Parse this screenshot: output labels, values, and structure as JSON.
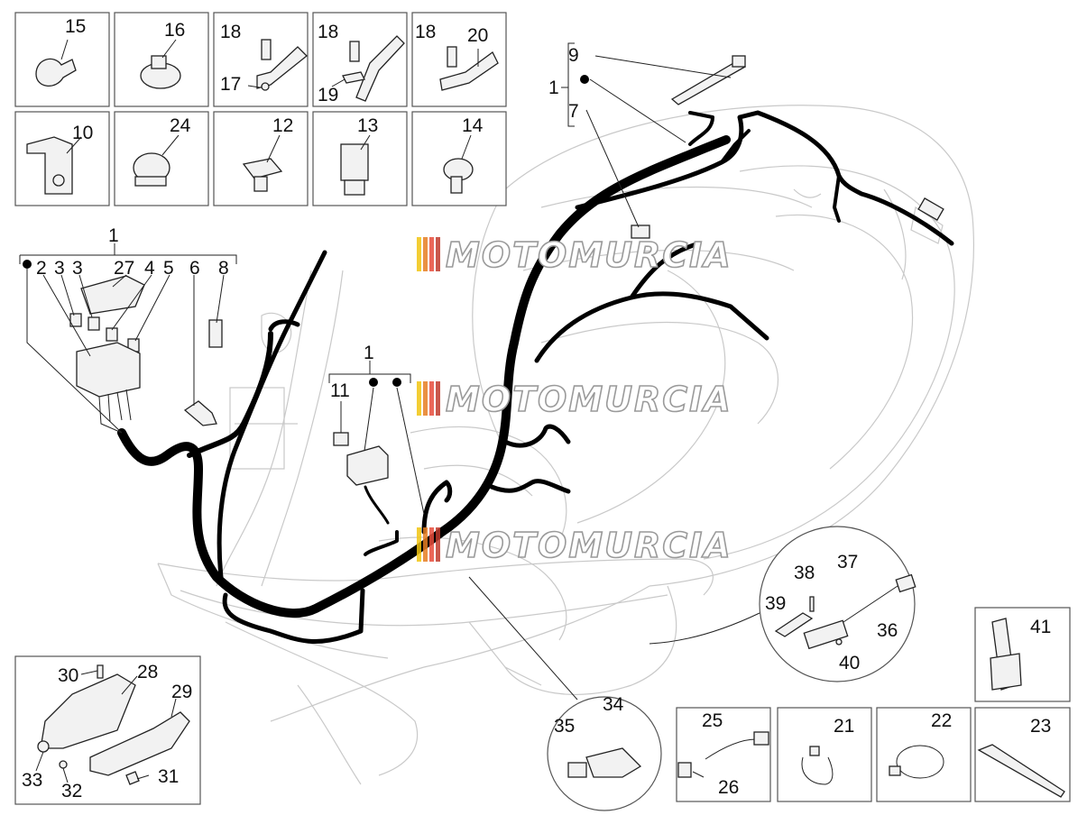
{
  "watermark": {
    "text": "MOTOMURCIA",
    "stripe_colors": [
      "#f1c40f",
      "#e67e22",
      "#e74c3c",
      "#c0392b"
    ]
  },
  "labels": {
    "p15": "15",
    "p16": "16",
    "p18a": "18",
    "p17": "17",
    "p18b": "18",
    "p19": "19",
    "p18c": "18",
    "p20": "20",
    "p10": "10",
    "p24": "24",
    "p12": "12",
    "p13": "13",
    "p14": "14",
    "kit_left": "1",
    "p2": "2",
    "p3a": "3",
    "p3b": "3",
    "p27": "27",
    "p4": "4",
    "p5": "5",
    "p6": "6",
    "p8": "8",
    "kit_mid": "1",
    "p11": "11",
    "kit_right": "1",
    "p9": "9",
    "p7": "7",
    "p30": "30",
    "p28": "28",
    "p29": "29",
    "p33": "33",
    "p32": "32",
    "p31": "31",
    "p38": "38",
    "p37": "37",
    "p39": "39",
    "p36": "36",
    "p40": "40",
    "p34": "34",
    "p35": "35",
    "p25": "25",
    "p26": "26",
    "p21": "21",
    "p22": "22",
    "p23": "23",
    "p41": "41"
  }
}
